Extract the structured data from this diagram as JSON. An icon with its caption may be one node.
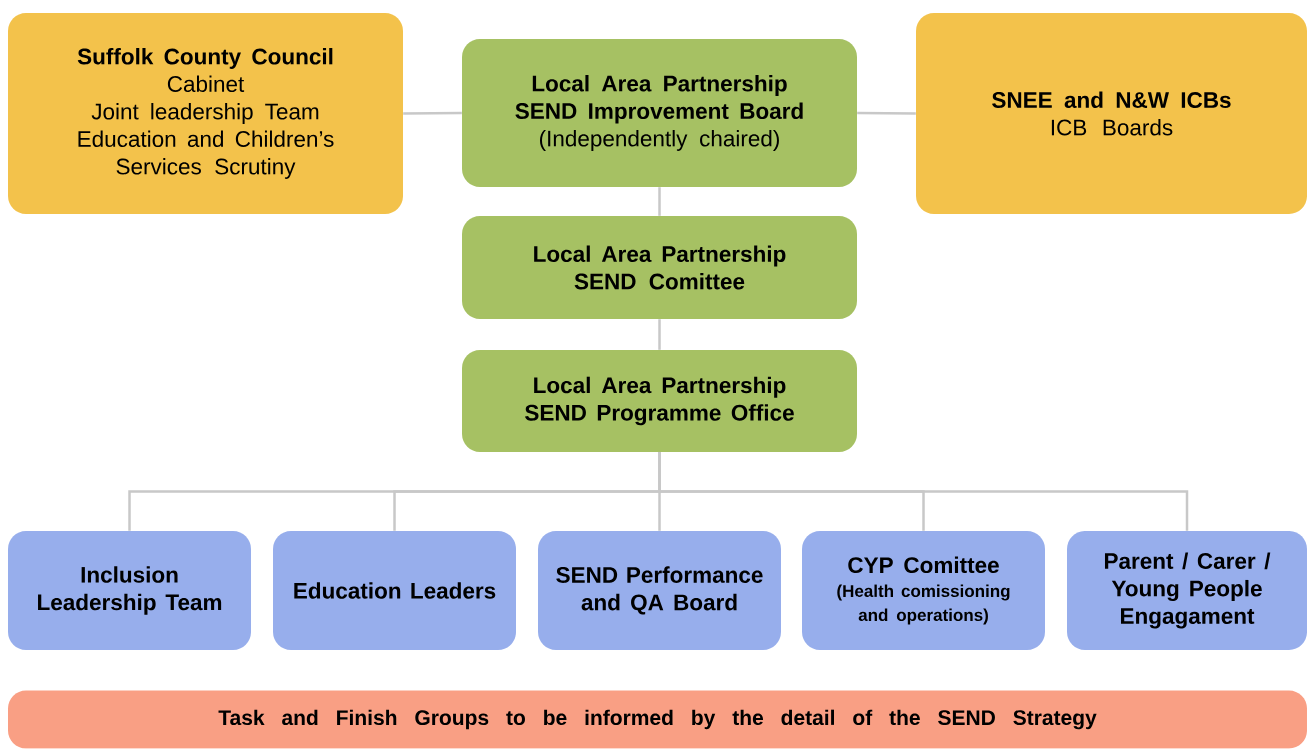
{
  "diagram": {
    "nodes": [
      {
        "text": [
          "Suffolk County Council",
          "Cabinet",
          "Joint leadership Team",
          "Education and Children’s Services Scrutiny"
        ]
      },
      {
        "text": [
          "Local Area Partnership SEND Improvement Board",
          "(Independently chaired)"
        ]
      },
      {
        "text": [
          "SNEE and N&W ICBs",
          "ICB Boards"
        ]
      },
      {
        "text": [
          "Local Area Partnership SEND Comittee"
        ]
      },
      {
        "text": [
          "Local Area Partnership SEND Programme Office"
        ]
      },
      {
        "text": [
          "Inclusion Leadership Team"
        ]
      },
      {
        "text": [
          "Education Leaders"
        ]
      },
      {
        "text": [
          "SEND Performance and QA Board"
        ]
      },
      {
        "text": [
          "CYP Comittee",
          "(Health comissioning and operations)"
        ]
      },
      {
        "text": [
          "Parent /  Carer / Young People Engagament"
        ]
      },
      {
        "text": [
          "Task and Finish Groups to be informed by the detail of the SEND Strategy"
        ]
      }
    ],
    "edges": [
      {
        "from": 0,
        "to": 1,
        "arrow": "none"
      },
      {
        "from": 1,
        "to": 2,
        "arrow": "none"
      },
      {
        "from": 1,
        "to": 3,
        "arrow": "none"
      },
      {
        "from": 3,
        "to": 4,
        "arrow": "none"
      },
      {
        "from": 4,
        "to": 5,
        "arrow": "none"
      },
      {
        "from": 4,
        "to": 6,
        "arrow": "none"
      },
      {
        "from": 4,
        "to": 7,
        "arrow": "none"
      },
      {
        "from": 4,
        "to": 8,
        "arrow": "none"
      },
      {
        "from": 4,
        "to": 9,
        "arrow": "none"
      }
    ]
  }
}
